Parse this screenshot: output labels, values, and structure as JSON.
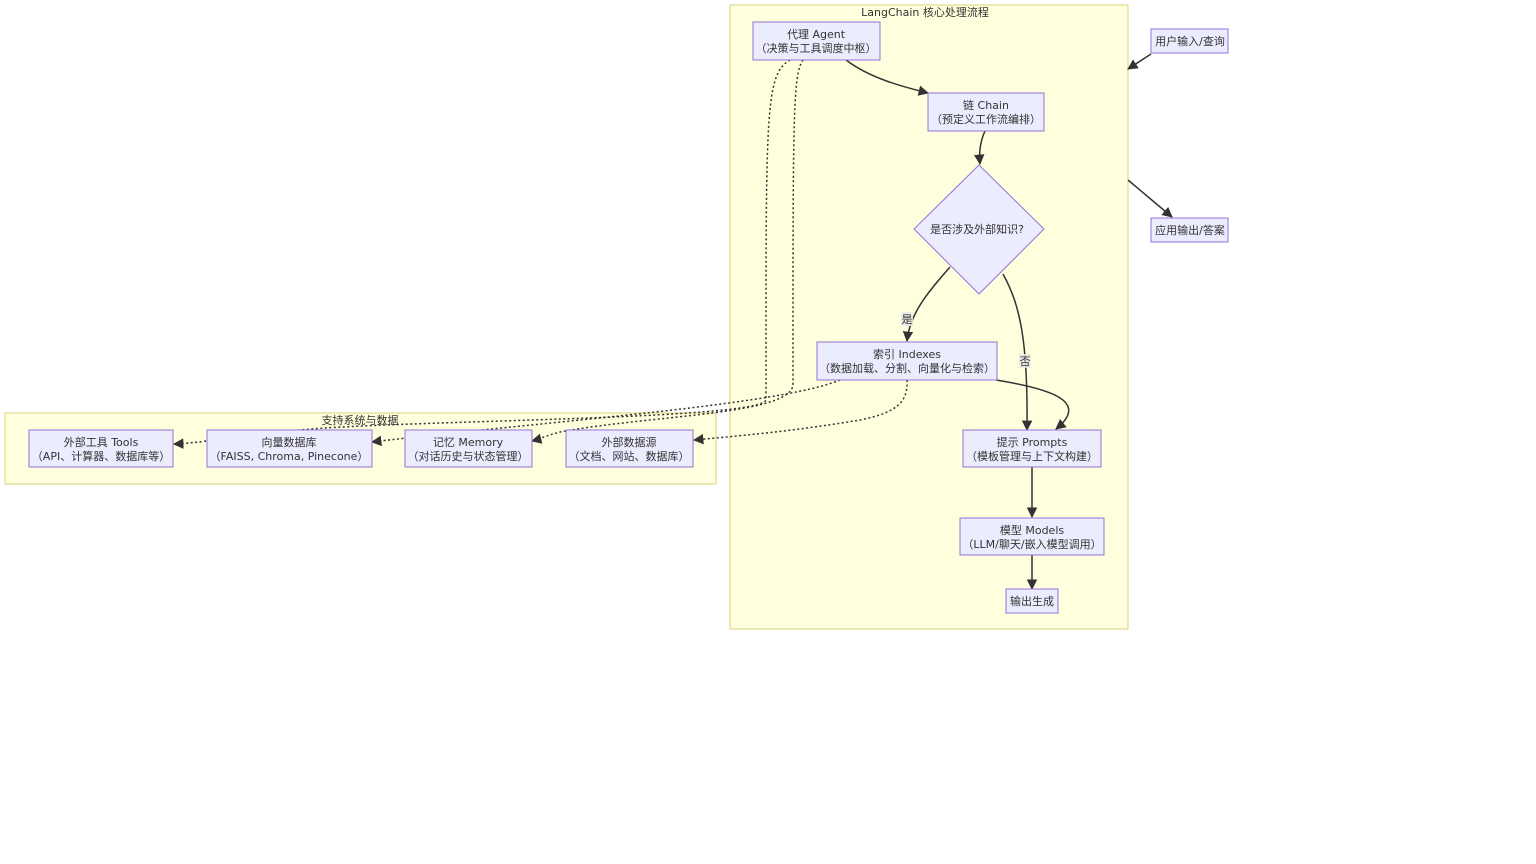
{
  "clusters": {
    "core": {
      "title": "LangChain 核心处理流程"
    },
    "support": {
      "title": "支持系统与数据"
    }
  },
  "nodes": {
    "agent": {
      "line1": "代理 Agent",
      "line2": "（决策与工具调度中枢）"
    },
    "chain": {
      "line1": "链 Chain",
      "line2": "（预定义工作流编排）"
    },
    "decision": {
      "line1": "是否涉及外部知识?"
    },
    "indexes": {
      "line1": "索引 Indexes",
      "line2": "（数据加载、分割、向量化与检索）"
    },
    "prompts": {
      "line1": "提示 Prompts",
      "line2": "（模板管理与上下文构建）"
    },
    "models": {
      "line1": "模型 Models",
      "line2": "（LLM/聊天/嵌入模型调用）"
    },
    "output_gen": {
      "line1": "输出生成"
    },
    "user_input": {
      "line1": "用户输入/查询"
    },
    "app_output": {
      "line1": "应用输出/答案"
    },
    "tools": {
      "line1": "外部工具 Tools",
      "line2": "（API、计算器、数据库等）"
    },
    "vectordb": {
      "line1": "向量数据库",
      "line2": "（FAISS, Chroma, Pinecone）"
    },
    "memory": {
      "line1": "记忆 Memory",
      "line2": "（对话历史与状态管理）"
    },
    "datasource": {
      "line1": "外部数据源",
      "line2": "（文档、网站、数据库）"
    }
  },
  "edge_labels": {
    "yes": "是",
    "no": "否"
  },
  "colors": {
    "cluster_fill": "#ffffde",
    "cluster_stroke": "#d6d67a",
    "node_fill": "#ececff",
    "node_stroke": "#9370db",
    "edge": "#333333"
  }
}
